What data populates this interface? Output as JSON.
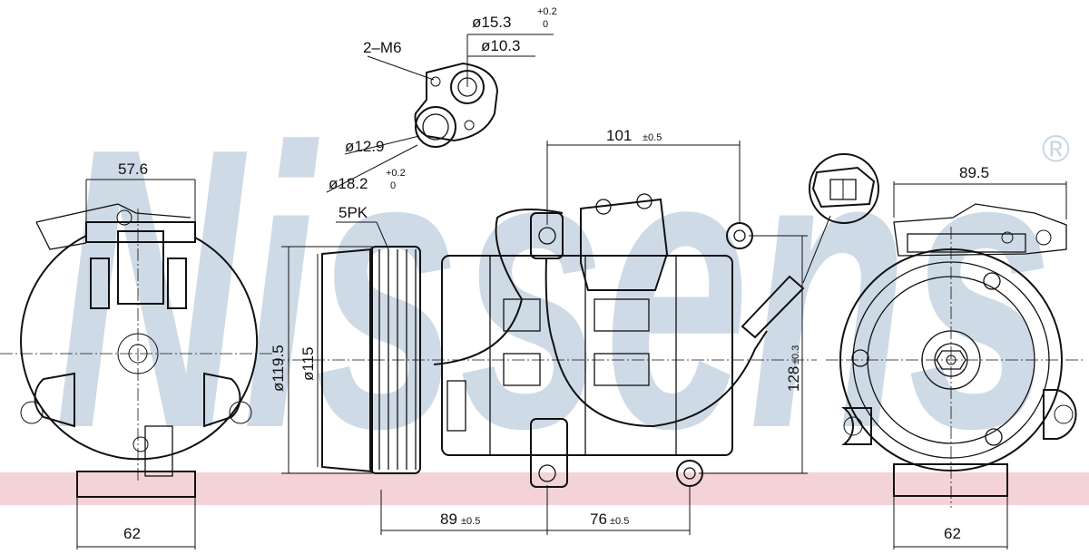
{
  "brand": {
    "watermark_text": "Nissens",
    "registered_mark": "®"
  },
  "colors": {
    "watermark_fill": "#c9d6e4",
    "band_fill": "#f3d3d8",
    "line": "#111111"
  },
  "dimensions": {
    "top_port_outer": "ø15.3",
    "top_port_outer_tol_upper": "+0.2",
    "top_port_outer_tol_lower": "0",
    "top_port_inner": "ø10.3",
    "bolt_thread": "2–M6",
    "bottom_port_inner": "ø12.9",
    "bottom_port_outer": "ø18.2",
    "bottom_port_outer_tol_upper": "+0.2",
    "bottom_port_outer_tol_lower": "0",
    "pulley_grooves": "5PK",
    "pulley_outer_dia": "ø119.5",
    "pulley_inner_dia": "ø115",
    "mount_spacing_top": "101",
    "mount_spacing_top_tol": "±0.5",
    "mount_height": "128",
    "mount_height_tol": "±0.3",
    "pulley_to_mount": "89",
    "pulley_to_mount_tol": "±0.5",
    "mount_spacing_bottom": "76",
    "mount_spacing_bottom_tol": "±0.5",
    "left_view_top_width": "57.6",
    "left_view_bottom_width": "62",
    "right_view_top_width": "89.5",
    "right_view_bottom_width": "62"
  }
}
